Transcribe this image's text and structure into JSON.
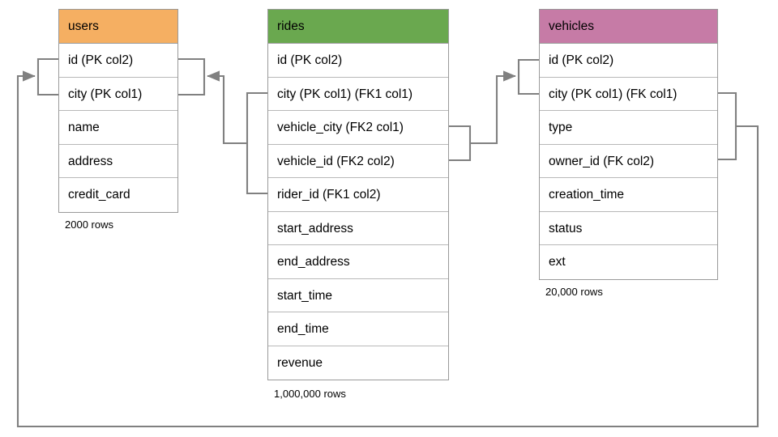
{
  "diagram": {
    "title": "Database schema relationships",
    "background": "#ffffff",
    "wire_color": "#808080",
    "border_color": "#9a9a9a"
  },
  "tables": [
    {
      "name": "users",
      "header_label": "users",
      "header_color": "#F5AF62",
      "row_count_label": "2000 rows",
      "columns": [
        {
          "label": "id (PK col2)"
        },
        {
          "label": "city (PK col1)"
        },
        {
          "label": "name"
        },
        {
          "label": "address"
        },
        {
          "label": "credit_card"
        }
      ]
    },
    {
      "name": "rides",
      "header_label": "rides",
      "header_color": "#6AA84F",
      "row_count_label": "1,000,000 rows",
      "columns": [
        {
          "label": "id (PK col2)"
        },
        {
          "label": "city (PK col1) (FK1 col1)"
        },
        {
          "label": "vehicle_city (FK2 col1)"
        },
        {
          "label": "vehicle_id (FK2 col2)"
        },
        {
          "label": "rider_id (FK1 col2)"
        },
        {
          "label": "start_address"
        },
        {
          "label": "end_address"
        },
        {
          "label": "start_time"
        },
        {
          "label": "end_time"
        },
        {
          "label": "revenue"
        }
      ]
    },
    {
      "name": "vehicles",
      "header_label": "vehicles",
      "header_color": "#C67BA6",
      "row_count_label": "20,000 rows",
      "columns": [
        {
          "label": "id (PK col2)"
        },
        {
          "label": "city (PK col1) (FK col1)"
        },
        {
          "label": "type"
        },
        {
          "label": "owner_id (FK col2)"
        },
        {
          "label": "creation_time"
        },
        {
          "label": "status"
        },
        {
          "label": "ext"
        }
      ]
    }
  ],
  "relationships": [
    {
      "name": "rides-fk1-to-users",
      "from_table": "rides",
      "from_columns": [
        "city (PK col1) (FK1 col1)",
        "rider_id (FK1 col2)"
      ],
      "to_table": "users",
      "to_columns": [
        "id (PK col2)",
        "city (PK col1)"
      ]
    },
    {
      "name": "rides-fk2-to-vehicles",
      "from_table": "rides",
      "from_columns": [
        "vehicle_city (FK2 col1)",
        "vehicle_id (FK2 col2)"
      ],
      "to_table": "vehicles",
      "to_columns": [
        "id (PK col2)",
        "city (PK col1) (FK col1)"
      ]
    },
    {
      "name": "vehicles-fk-to-users",
      "from_table": "vehicles",
      "from_columns": [
        "city (PK col1) (FK col1)",
        "owner_id (FK col2)"
      ],
      "to_table": "users",
      "to_columns": [
        "id (PK col2)",
        "city (PK col1)"
      ]
    }
  ]
}
